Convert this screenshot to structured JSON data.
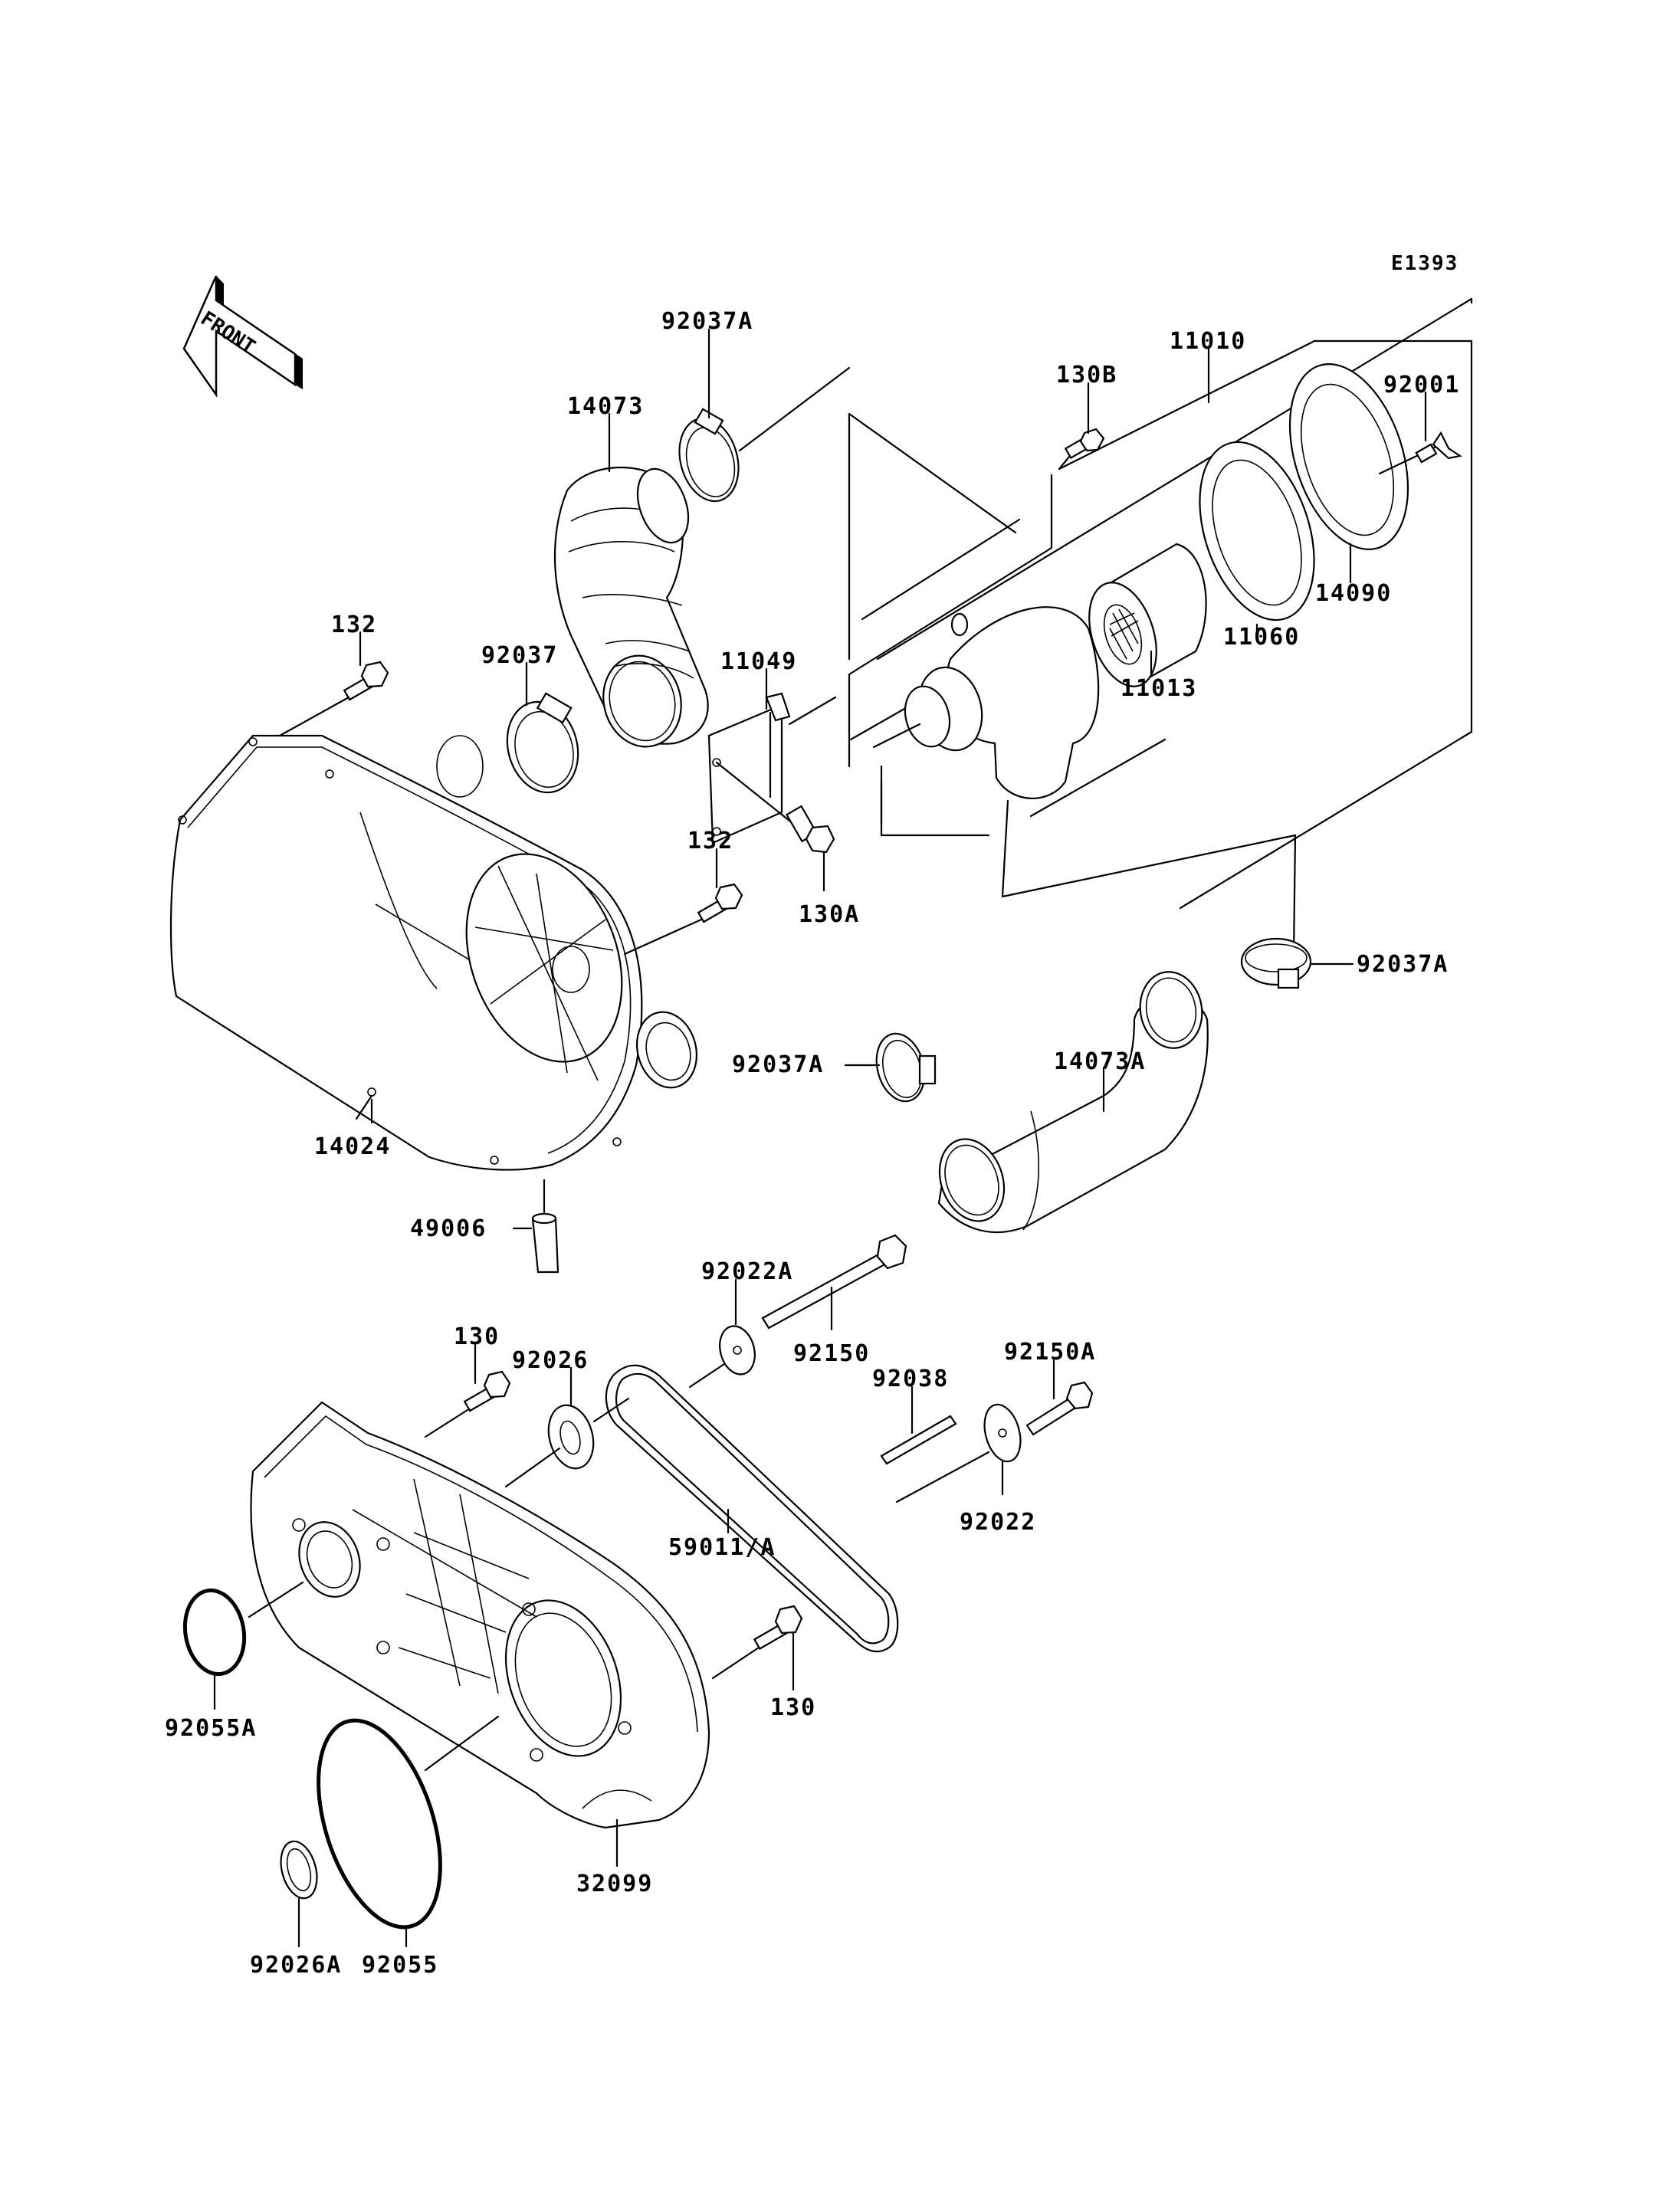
{
  "diagram": {
    "code": "E1393",
    "orientation_label": "FRONT",
    "colors": {
      "ink": "#000000",
      "paper": "#ffffff"
    },
    "callouts": [
      {
        "id": "92037A-top",
        "part_no": "92037A"
      },
      {
        "id": "14073",
        "part_no": "14073"
      },
      {
        "id": "130B",
        "part_no": "130B"
      },
      {
        "id": "11010",
        "part_no": "11010"
      },
      {
        "id": "92001",
        "part_no": "92001"
      },
      {
        "id": "132-top",
        "part_no": "132"
      },
      {
        "id": "92037",
        "part_no": "92037"
      },
      {
        "id": "11049",
        "part_no": "11049"
      },
      {
        "id": "14090",
        "part_no": "14090"
      },
      {
        "id": "11060",
        "part_no": "11060"
      },
      {
        "id": "11013",
        "part_no": "11013"
      },
      {
        "id": "132-mid",
        "part_no": "132"
      },
      {
        "id": "130A",
        "part_no": "130A"
      },
      {
        "id": "92037A-right",
        "part_no": "92037A"
      },
      {
        "id": "14073A",
        "part_no": "14073A"
      },
      {
        "id": "92037A-left",
        "part_no": "92037A"
      },
      {
        "id": "14024",
        "part_no": "14024"
      },
      {
        "id": "49006",
        "part_no": "49006"
      },
      {
        "id": "92022A",
        "part_no": "92022A"
      },
      {
        "id": "92150",
        "part_no": "92150"
      },
      {
        "id": "130-top",
        "part_no": "130"
      },
      {
        "id": "92026",
        "part_no": "92026"
      },
      {
        "id": "92038",
        "part_no": "92038"
      },
      {
        "id": "92150A",
        "part_no": "92150A"
      },
      {
        "id": "92022",
        "part_no": "92022"
      },
      {
        "id": "59011A",
        "part_no": "59011/A"
      },
      {
        "id": "130-bottom",
        "part_no": "130"
      },
      {
        "id": "92055A",
        "part_no": "92055A"
      },
      {
        "id": "32099",
        "part_no": "32099"
      },
      {
        "id": "92026A",
        "part_no": "92026A"
      },
      {
        "id": "92055",
        "part_no": "92055"
      }
    ]
  }
}
